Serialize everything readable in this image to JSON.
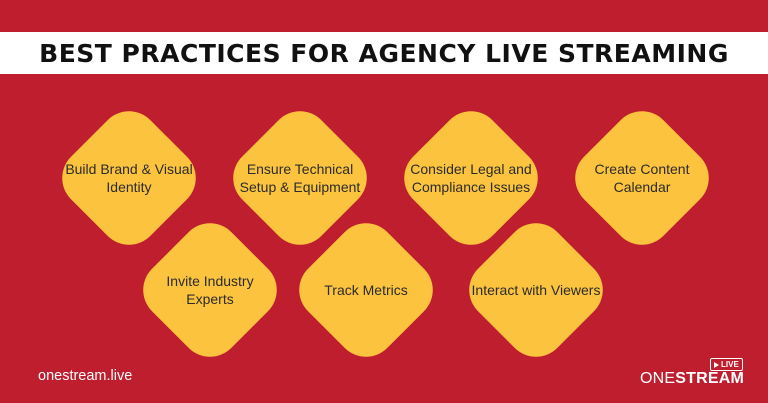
{
  "title": "BEST PRACTICES FOR AGENCY LIVE STREAMING",
  "practices": {
    "top": [
      "Build Brand & Visual Identity",
      "Ensure Technical Setup & Equipment",
      "Consider Legal and Compliance Issues",
      "Create Content Calendar"
    ],
    "bottom": [
      "Invite Industry Experts",
      "Track Metrics",
      "Interact with Viewers"
    ]
  },
  "footer": {
    "url": "onestream.live",
    "logo_light": "ONE",
    "logo_bold": "STREAM",
    "logo_badge": "LIVE"
  },
  "colors": {
    "background": "#bf1e2e",
    "diamond": "#fcc43e",
    "title_bar": "#ffffff"
  }
}
